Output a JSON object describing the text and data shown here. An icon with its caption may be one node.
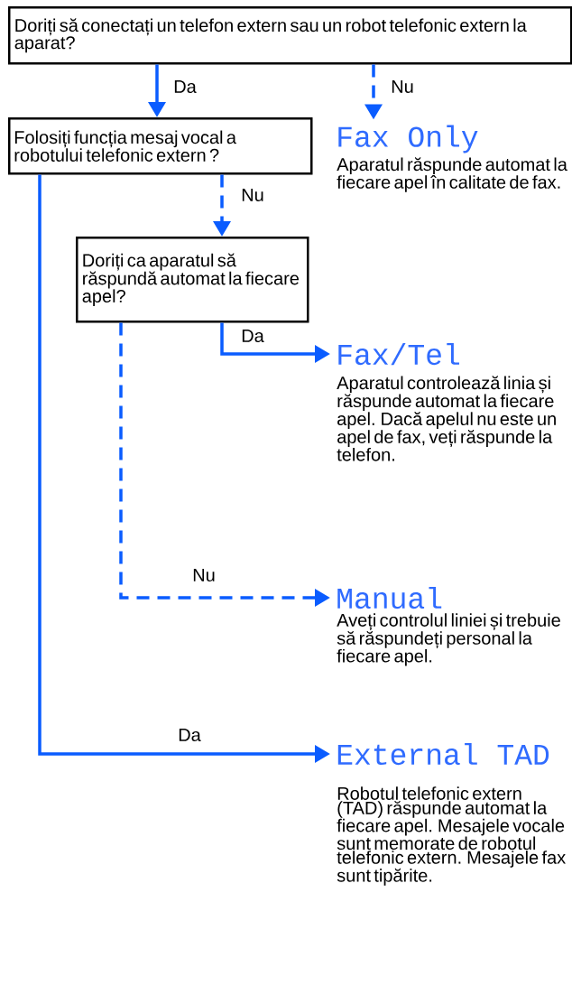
{
  "diagram": {
    "nodes": [
      {
        "text": [
          "Doriți să conectați un telefon extern sau un robot telefonic extern la aparat?"
        ]
      },
      {
        "text": [
          "Folosiți funcția mesaj vocal a robotului telefonic extern ?"
        ]
      },
      {
        "text": [
          "Doriți ca aparatul să răspundă automat la fiecare apel?"
        ]
      },
      {
        "text": [
          "Fax Only"
        ],
        "beside": [
          "Aparatul răspunde automat la fiecare apel în calitate de fax."
        ]
      },
      {
        "text": [
          "Fax/Tel"
        ],
        "beside": [
          "Aparatul controlează linia și răspunde automat la fiecare apel. Dacă apelul nu este un apel de fax, veți răspunde la telefon."
        ]
      },
      {
        "text": [
          "Manual"
        ],
        "beside": [
          "Aveți controlul liniei și trebuie să răspundeți personal la fiecare apel."
        ]
      },
      {
        "text": [
          "External TAD"
        ],
        "beside": [
          "Robotul telefonic extern (TAD) răspunde automat la fiecare apel. Mesajele vocale sunt memorate de robotul telefonic extern. Mesajele fax sunt tipărite."
        ]
      }
    ],
    "edges": [
      {
        "from": 0,
        "to": 1,
        "arrow": "to",
        "label": "Da"
      },
      {
        "from": 0,
        "to": 3,
        "arrow": "to",
        "label": "Nu",
        "style": "dashed"
      },
      {
        "from": 1,
        "to": 2,
        "arrow": "to",
        "label": "Nu",
        "style": "dashed"
      },
      {
        "from": 2,
        "to": 4,
        "arrow": "to",
        "label": "Da"
      },
      {
        "from": 2,
        "to": 5,
        "arrow": "to",
        "label": "Nu",
        "style": "dashed"
      },
      {
        "from": 1,
        "to": 6,
        "arrow": "to",
        "label": "Da"
      }
    ]
  }
}
